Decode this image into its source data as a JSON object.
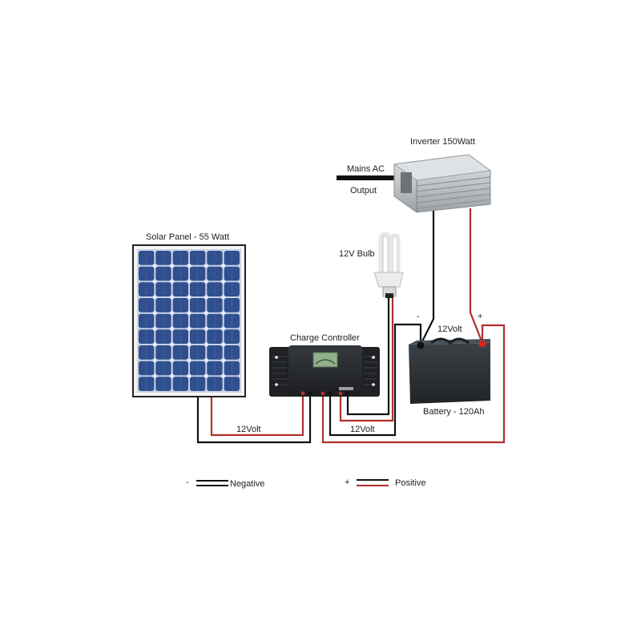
{
  "diagram": {
    "components": {
      "inverter": {
        "label": "Inverter 150Watt"
      },
      "mains_ac": {
        "label_top": "Mains AC",
        "label_bottom": "Output"
      },
      "solar_panel": {
        "label": "Solar Panel  - 55 Watt",
        "cell_columns": 6,
        "cell_rows": 9
      },
      "bulb": {
        "label": "12V Bulb"
      },
      "charge_controller": {
        "label": "Charge Controller"
      },
      "battery": {
        "label": "Battery - 120Ah",
        "voltage_label": "12Volt",
        "terminal_negative": "-",
        "terminal_positive": "+"
      }
    },
    "wire_labels": {
      "panel_to_controller": "12Volt",
      "controller_to_battery": "12Volt"
    },
    "legend": {
      "negative": {
        "symbol": "-",
        "label": "Negative",
        "color": "#111111"
      },
      "positive": {
        "symbol": "+",
        "label": "Positive",
        "color": "#b0302e"
      }
    },
    "colors": {
      "negative_wire": "#111111",
      "positive_wire": "#b0302e",
      "panel_cell": "#2f4f8f",
      "panel_frame": "#222222",
      "controller_body": "#2a2c30",
      "controller_lcd": "#8fb08a",
      "battery_body": "#2b3034",
      "inverter_body": "#c9ccd0"
    }
  }
}
